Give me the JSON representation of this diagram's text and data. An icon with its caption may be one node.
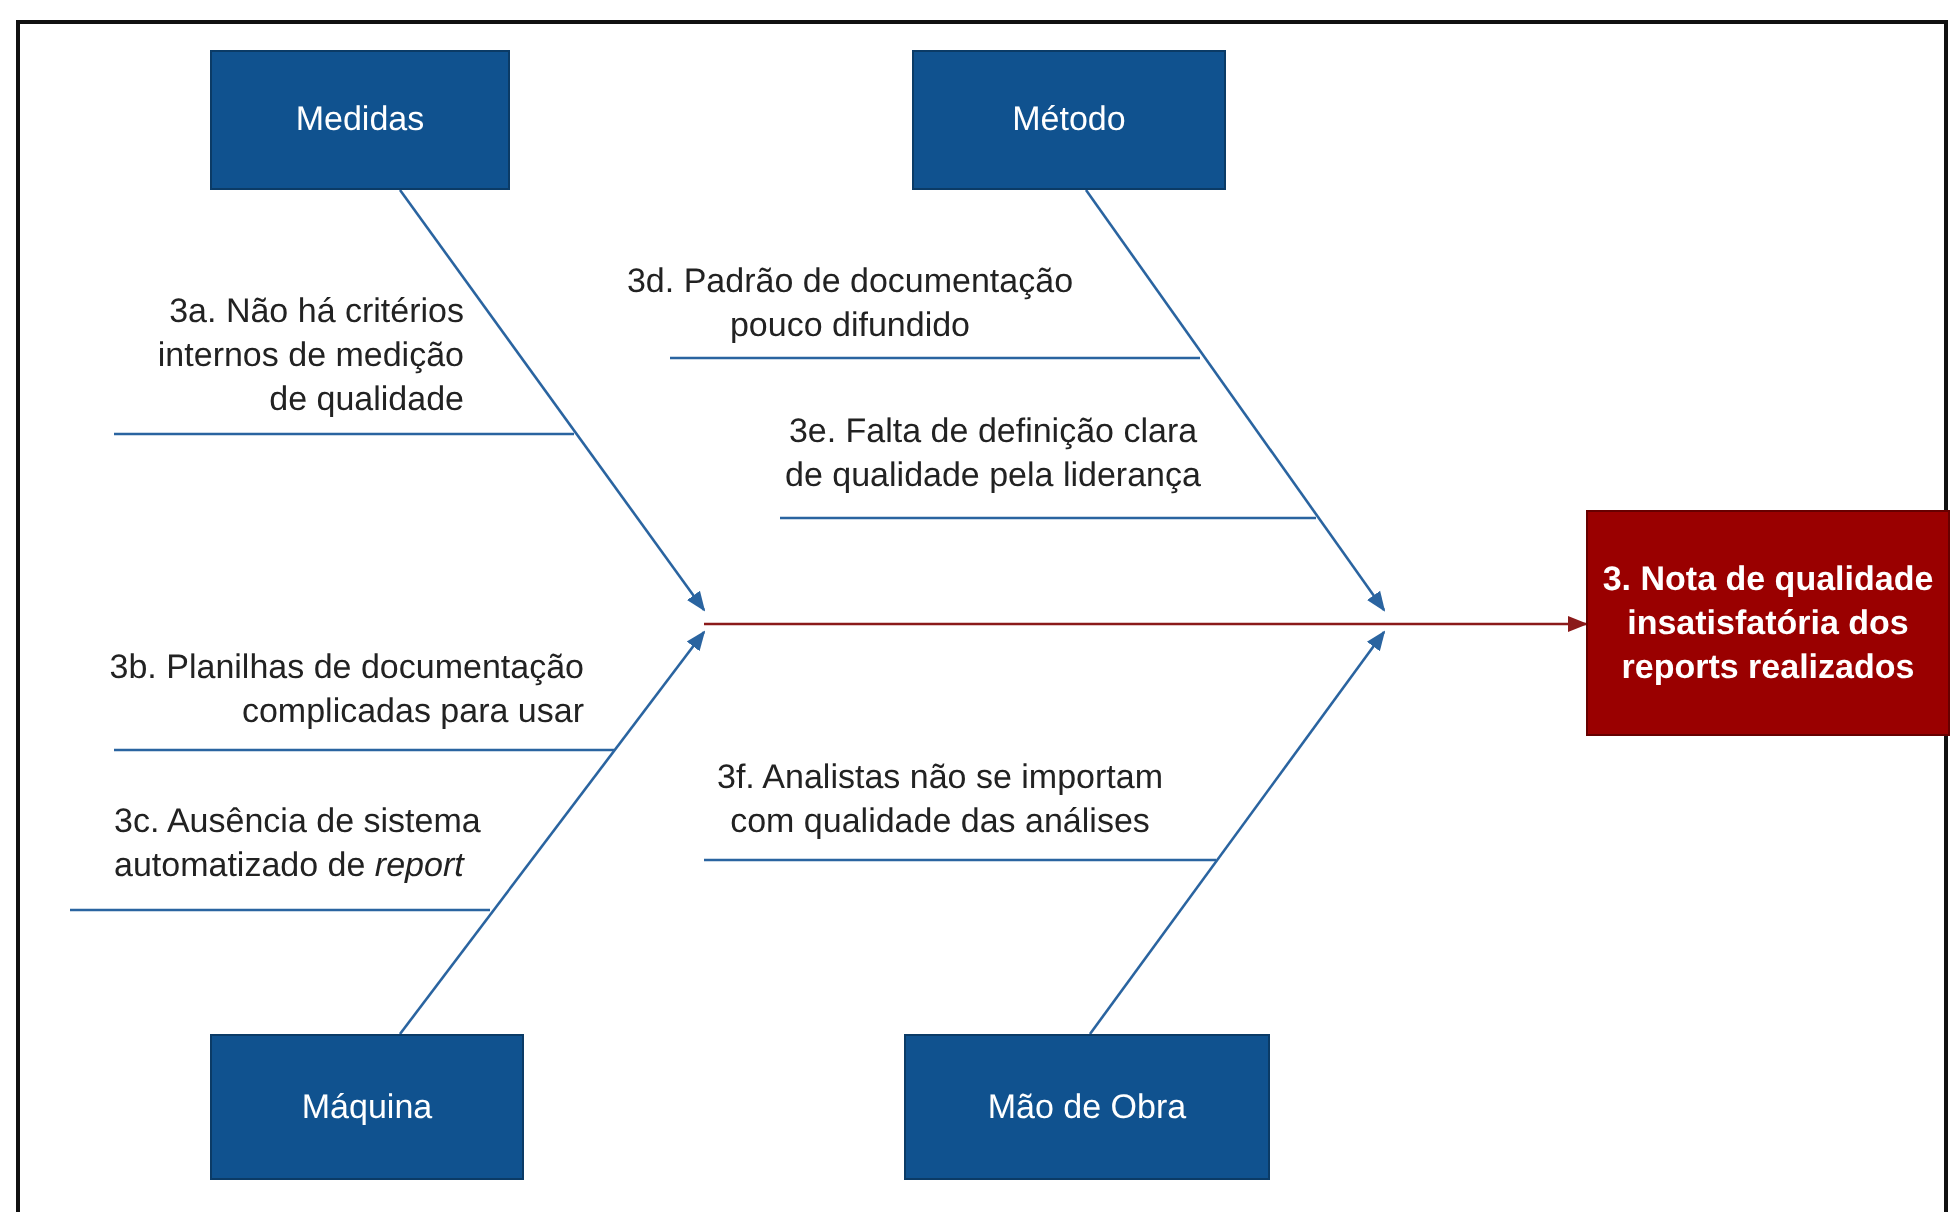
{
  "diagram": {
    "nodes": [
      {
        "text": [
          "Medidas"
        ]
      },
      {
        "text": [
          "Método"
        ]
      },
      {
        "text": [
          "Máquina"
        ]
      },
      {
        "text": [
          "Mão de Obra"
        ]
      },
      {
        "text": [
          "3. Nota de qualidade insatisfatória dos reports realizados"
        ]
      },
      {
        "text": [
          "3a. Não há critérios internos de medição de qualidade"
        ]
      },
      {
        "text": [
          "3d. Padrão de documentação pouco difundido"
        ]
      },
      {
        "text": [
          "3e. Falta de definição clara de qualidade pela liderança"
        ]
      },
      {
        "text": [
          "3b. Planilhas de documentação complicadas para usar"
        ]
      },
      {
        "text": [
          "3c. Ausência de sistema automatizado de *report*"
        ]
      },
      {
        "text": [
          "3f. Analistas não se importam com qualidade das análises"
        ]
      }
    ],
    "edges": [
      {
        "from": 0,
        "to": null,
        "arrow": "to"
      },
      {
        "from": 1,
        "to": null,
        "arrow": "to"
      },
      {
        "from": 2,
        "to": null,
        "arrow": "to"
      },
      {
        "from": 3,
        "to": null,
        "arrow": "to"
      },
      {
        "from": null,
        "to": 4,
        "arrow": "to",
        "color": "#8b1a1a"
      },
      {
        "from": 5,
        "to": null,
        "arrow": "none"
      },
      {
        "from": 6,
        "to": null,
        "arrow": "none"
      },
      {
        "from": 7,
        "to": null,
        "arrow": "none"
      },
      {
        "from": 8,
        "to": null,
        "arrow": "none"
      },
      {
        "from": 9,
        "to": null,
        "arrow": "none"
      },
      {
        "from": 10,
        "to": null,
        "arrow": "none"
      }
    ]
  }
}
